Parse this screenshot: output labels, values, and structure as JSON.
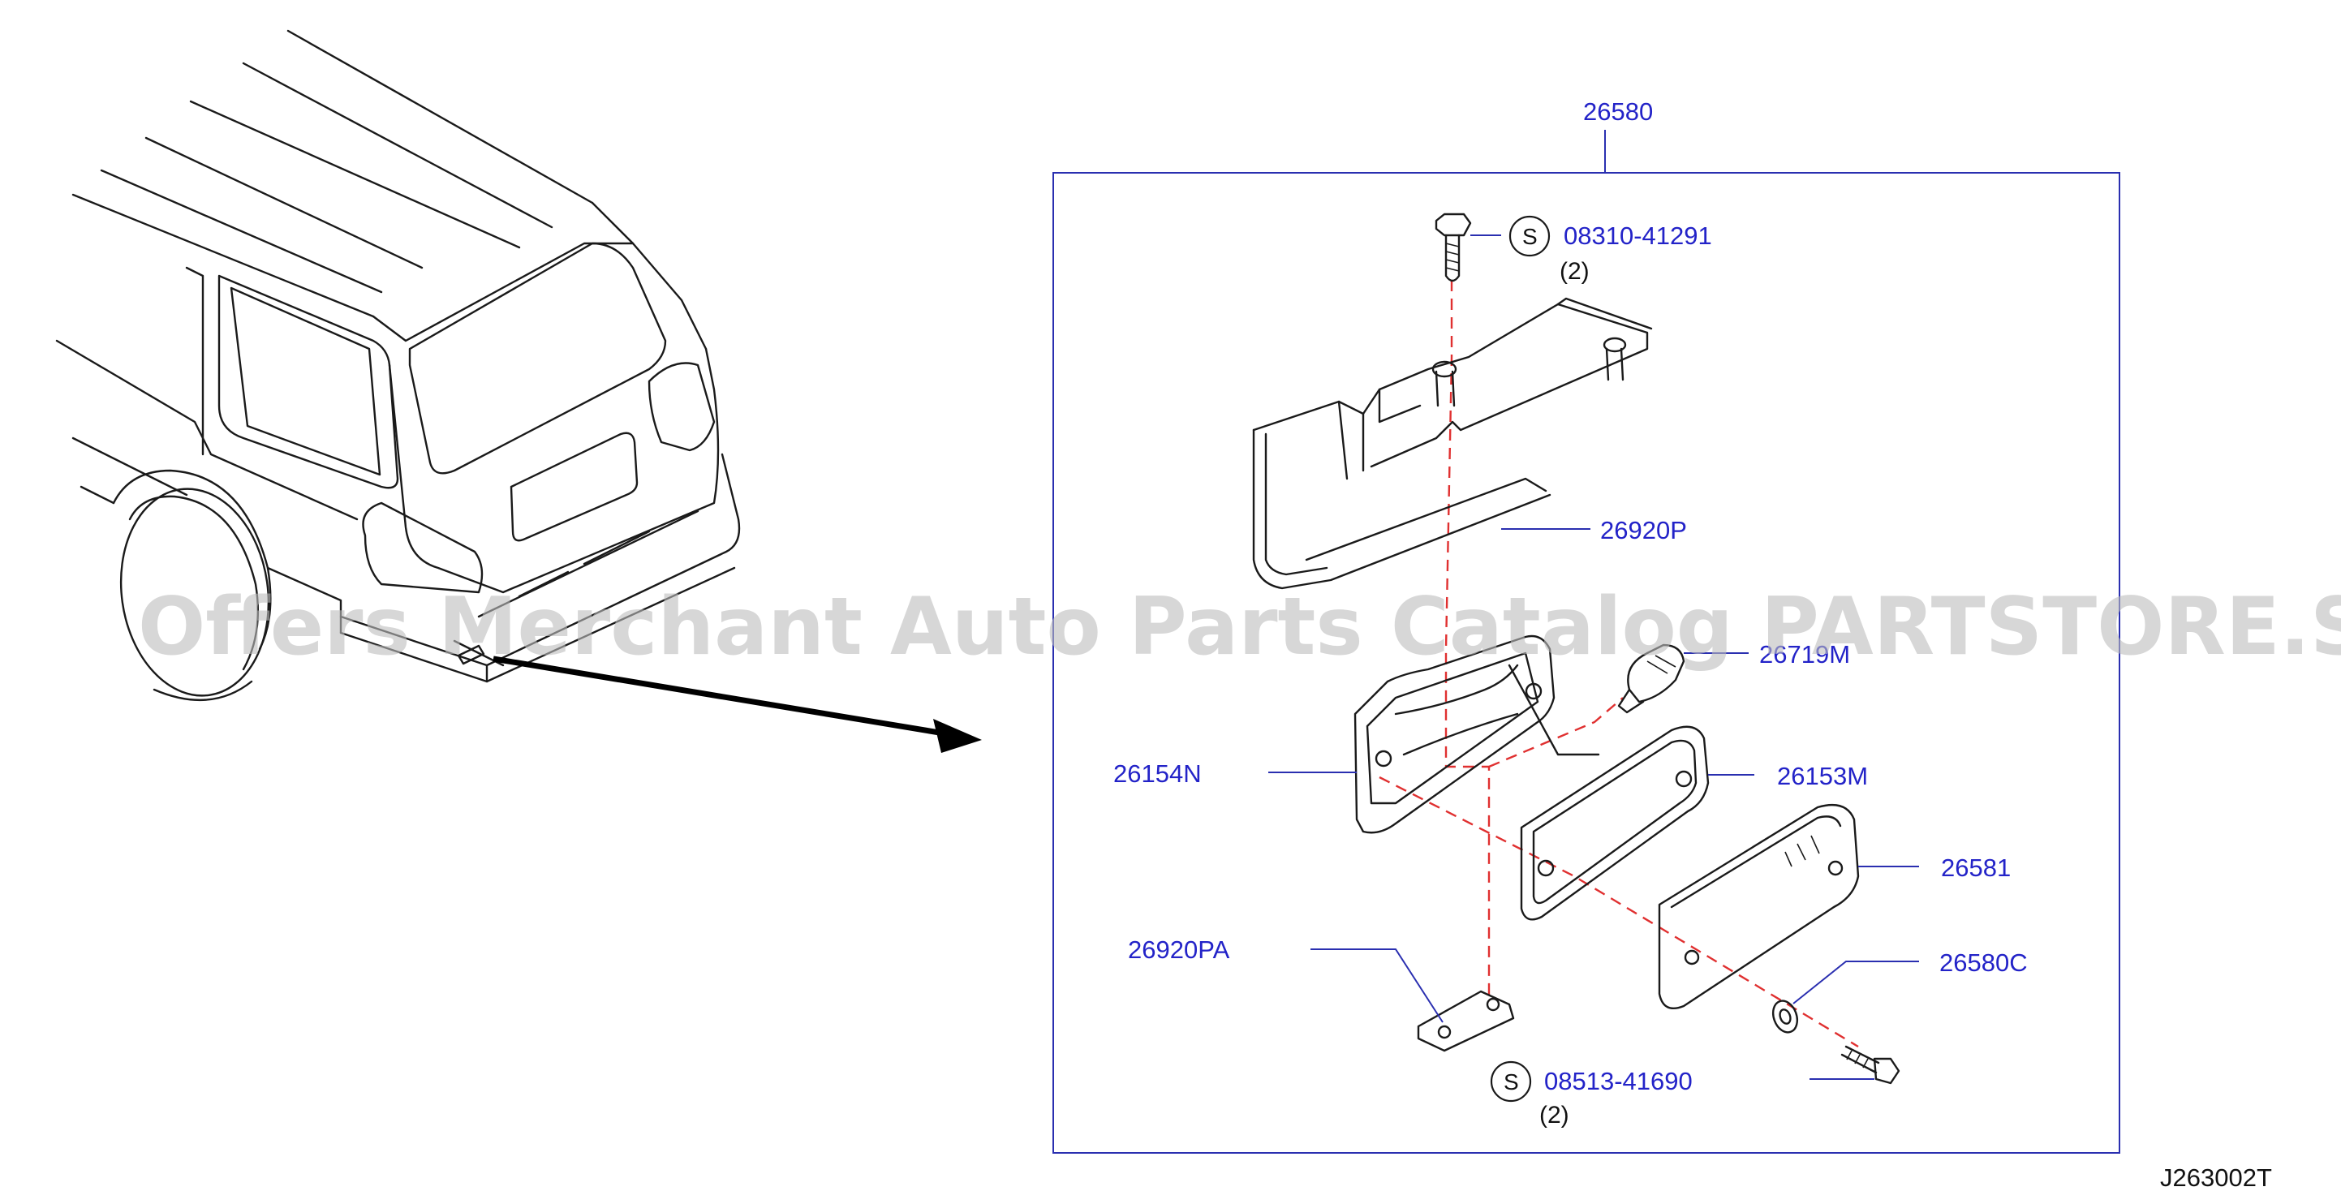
{
  "diagram_code": "J263002T",
  "watermark": "Offers Merchant Auto Parts Catalog PARTSTORE.SA",
  "assembly": {
    "part_number": "26580"
  },
  "parts": [
    {
      "id": "screw-top",
      "part_number": "08310-41291",
      "prefix": "S",
      "qty": "(2)"
    },
    {
      "id": "bracket",
      "part_number": "26920P"
    },
    {
      "id": "bulb",
      "part_number": "26719M"
    },
    {
      "id": "housing",
      "part_number": "26154N"
    },
    {
      "id": "gasket",
      "part_number": "26153M"
    },
    {
      "id": "lens",
      "part_number": "26581"
    },
    {
      "id": "plate",
      "part_number": "26920PA"
    },
    {
      "id": "washer",
      "part_number": "26580C"
    },
    {
      "id": "screw-bottom",
      "part_number": "08513-41690",
      "prefix": "S",
      "qty": "(2)"
    }
  ],
  "colors": {
    "label": "#2323c8",
    "leader": "#2a2fb0",
    "dashed": "#e03030",
    "line": "#1a1a1a",
    "watermark": "#bdbdbd"
  }
}
